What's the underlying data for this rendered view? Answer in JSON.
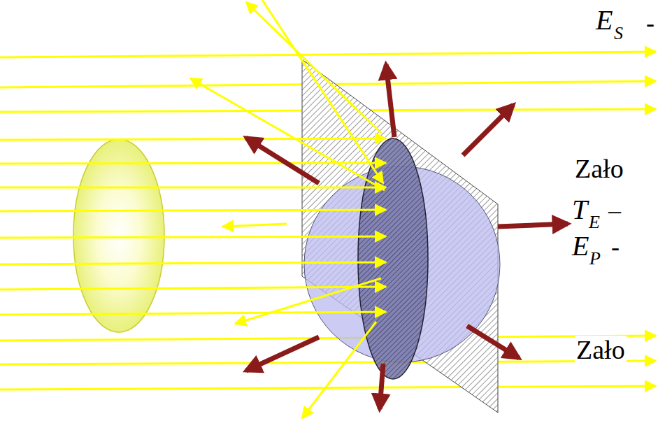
{
  "diagram": {
    "labels": [
      "E",
      "S",
      "-",
      "Zało",
      "T",
      "E",
      "–",
      "E",
      "P",
      "-",
      "Zało"
    ]
  }
}
